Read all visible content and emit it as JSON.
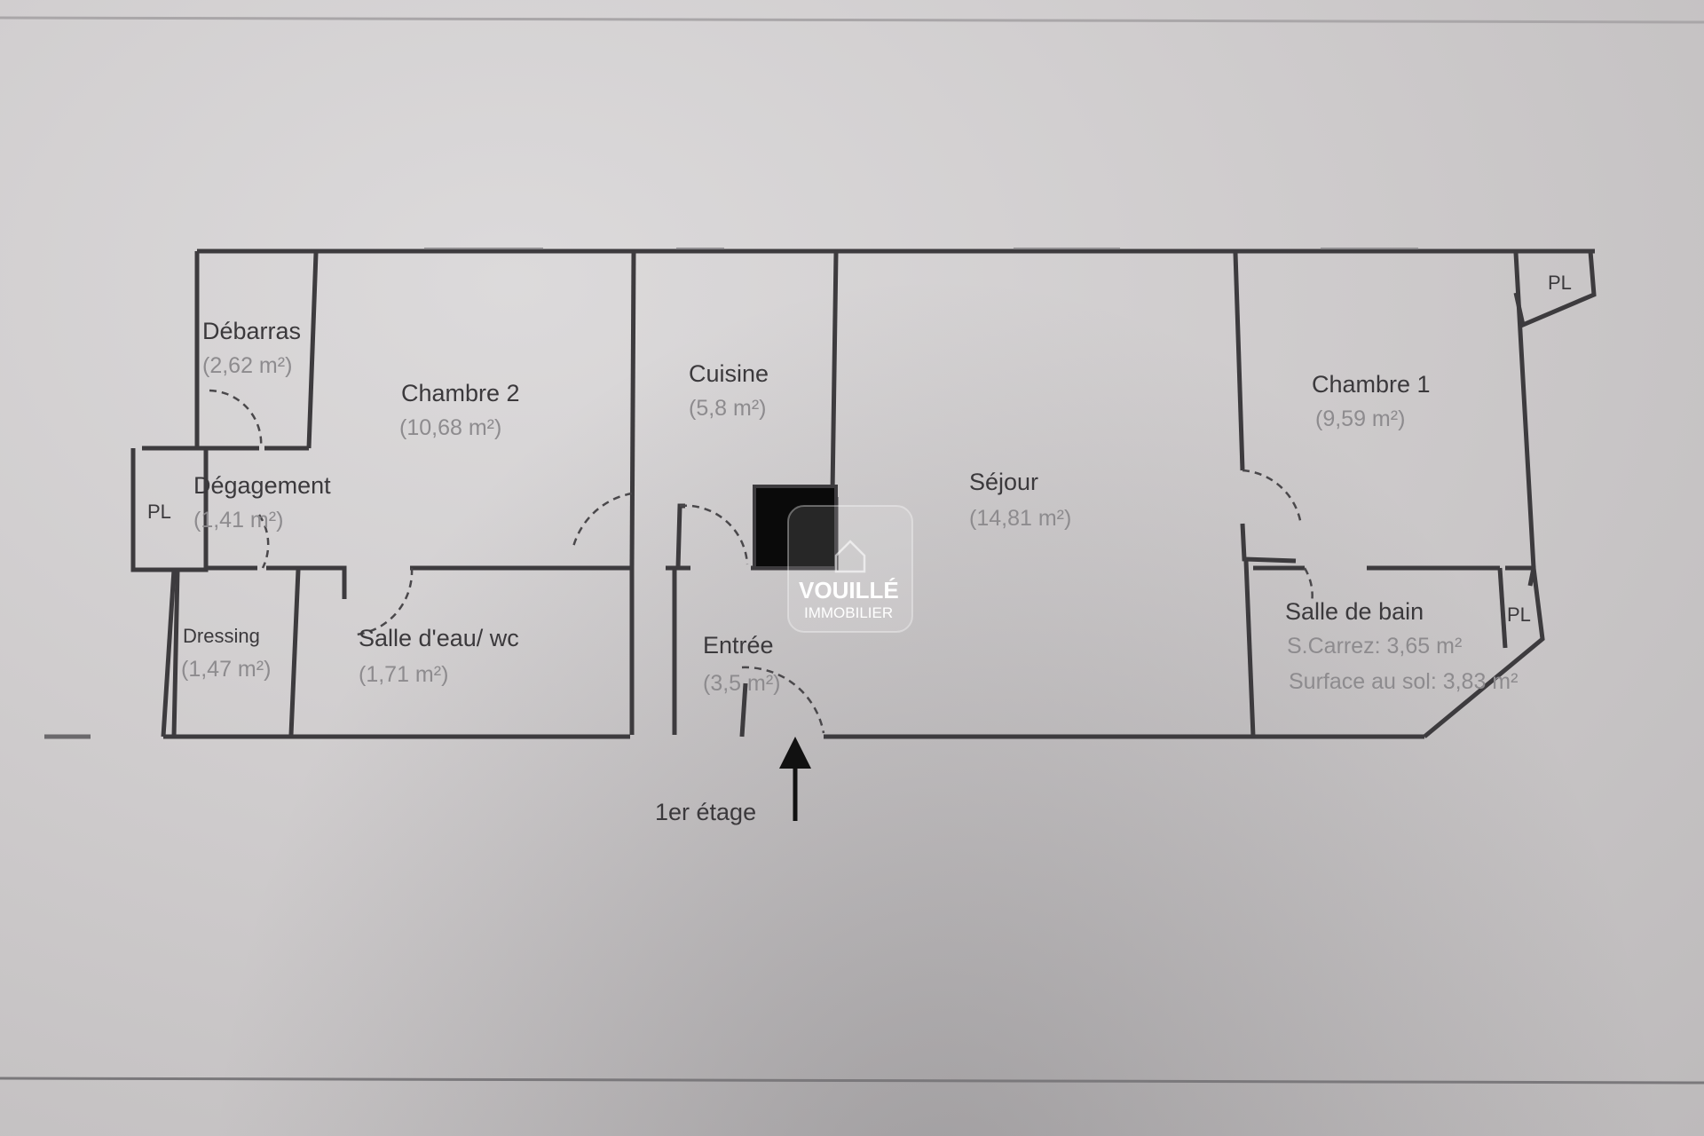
{
  "plan": {
    "rooms": {
      "debarras": {
        "label": "Débarras",
        "area": "(2,62 m²)"
      },
      "chambre2": {
        "label": "Chambre 2",
        "area": "(10,68 m²)"
      },
      "cuisine": {
        "label": "Cuisine",
        "area": "(5,8 m²)"
      },
      "sejour": {
        "label": "Séjour",
        "area": "(14,81 m²)"
      },
      "chambre1": {
        "label": "Chambre 1",
        "area": "(9,59 m²)"
      },
      "degagement": {
        "label": "Dégagement",
        "area": "(1,41 m²)"
      },
      "dressing": {
        "label": "Dressing",
        "area": "(1,47 m²)"
      },
      "salle_eau": {
        "label": "Salle d'eau/ wc",
        "area": "(1,71 m²)"
      },
      "entree": {
        "label": "Entrée",
        "area": "(3,5 m²)"
      },
      "salle_bain": {
        "label": "Salle de bain",
        "carrez": "S.Carrez: 3,65 m²",
        "sol": "Surface au sol: 3,83 m²"
      }
    },
    "pl_labels": [
      "PL",
      "PL",
      "PL"
    ],
    "entry_label": "1er étage"
  },
  "watermark": {
    "line1": "VOUILLÉ",
    "line2": "IMMOBILIER"
  },
  "colors": {
    "wall": "#3d3b3e",
    "paper": "#d3d0d1"
  }
}
